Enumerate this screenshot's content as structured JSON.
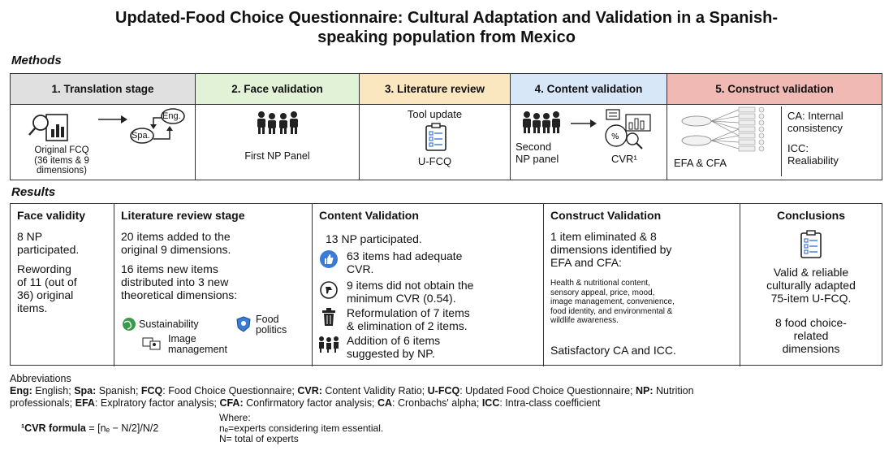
{
  "title_line1": "Updated-Food Choice Questionnaire: Cultural Adaptation and Validation in a Spanish-",
  "title_line2": "speaking population from Mexico",
  "methods_label": "Methods",
  "results_label": "Results",
  "methods": {
    "headers": [
      "1. Translation stage",
      "2. Face validation",
      "3. Literature review",
      "4. Content validation",
      "5. Construct validation"
    ],
    "translation": {
      "eng": "Eng.",
      "spa": "Spa.",
      "caption_1": "Original FCQ",
      "caption_2": "(36 items & 9",
      "caption_3": "dimensions)"
    },
    "face": {
      "caption": "First NP Panel"
    },
    "literature": {
      "top": "Tool update",
      "bottom": "U-FCQ"
    },
    "content": {
      "left_1": "Second",
      "left_2": "NP panel",
      "cvr": "CVR¹"
    },
    "construct": {
      "efa": "EFA & CFA",
      "ca_1": "CA: Internal",
      "ca_2": "consistency",
      "icc_1": "ICC:",
      "icc_2": "Realiability"
    }
  },
  "results": {
    "face": {
      "header": "Face validity",
      "p1_1": "8 NP",
      "p1_2": "participated.",
      "p2_1": "Rewording",
      "p2_2": "of 11 (out of",
      "p2_3": "36) original",
      "p2_4": "items."
    },
    "literature": {
      "header": "Literature review stage",
      "p1_1": "20 items added to the",
      "p1_2": "original 9 dimensions.",
      "p2_1": "16 items new items",
      "p2_2": "distributed into 3 new",
      "p2_3": "theoretical dimensions:",
      "sustainability": "Sustainability",
      "food_1": "Food",
      "food_2": "politics",
      "image_1": "Image",
      "image_2": "management"
    },
    "content": {
      "header": "Content Validation",
      "p1": "13 NP participated.",
      "i1_1": "63 items had adequate",
      "i1_2": "CVR.",
      "i2_1": "9 items did not obtain the",
      "i2_2": "minimum CVR (0.54).",
      "i3_1": "Reformulation of 7 items",
      "i3_2": "& elimination of 2 items.",
      "i4_1": "Addition of 6 items",
      "i4_2": "suggested by NP."
    },
    "construct": {
      "header": "Construct Validation",
      "p1_1": "1 item eliminated & 8",
      "p1_2": "dimensions identified by",
      "p1_3": "EFA and CFA:",
      "s1": "Health & nutritional content,",
      "s2": "sensory appeal, price, mood,",
      "s3": "image management, convenience,",
      "s4": "food identity, and environmental &",
      "s5": "wildlife awareness.",
      "p2": "Satisfactory CA and ICC."
    },
    "conclusions": {
      "header": "Conclusions",
      "p1_1": "Valid & reliable",
      "p1_2": "culturally adapted",
      "p1_3": "75-item U-FCQ.",
      "p2_1": "8 food choice-",
      "p2_2": "related",
      "p2_3": "dimensions"
    }
  },
  "abbreviations": {
    "heading": "Abbreviations",
    "line1_parts": [
      "Eng:",
      " English; ",
      "Spa:",
      " Spanish; ",
      "FCQ",
      ": Food Choice Questionnaire; ",
      "CVR:",
      " Content Validity Ratio; ",
      "U-FCQ",
      ": Updated Food Choice Questionnaire; ",
      "NP:",
      " Nutrition"
    ],
    "line2_parts": [
      "professionals; ",
      "EFA",
      ": Explratory factor analysis; ",
      "CFA:",
      " Confirmatory factor analysis; ",
      "CA",
      ": Cronbachs' alpha; ",
      "ICC",
      ": Intra-class coefficient"
    ]
  },
  "formula": {
    "label": "¹CVR formula",
    "expr": " = [nₑ − N/2]/N/2",
    "where": "Where:",
    "w1": "nₑ=experts considering item essential.",
    "w2": "N= total of experts"
  },
  "colors": {
    "translation": "#e0e0e0",
    "face": "#e2f2d6",
    "literature": "#fbe7bf",
    "content": "#d8e7f7",
    "construct": "#f0b9b3",
    "thumb": "#3a7bd5",
    "earth": "#3a9a4a"
  }
}
